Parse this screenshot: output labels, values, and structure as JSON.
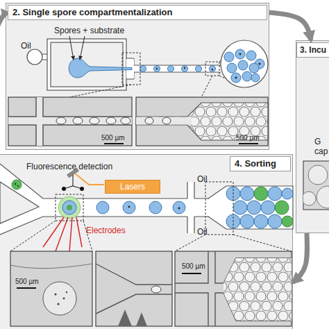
{
  "diagram": {
    "nodes": [
      {
        "text": [
          "2. Single spore compartmentalization"
        ]
      },
      {
        "text": [
          "3. Incu",
          "G cap"
        ]
      },
      {
        "text": [
          "4. Sorting"
        ]
      },
      {
        "text": [
          "Lasers"
        ],
        "in": 2
      }
    ],
    "edges": [
      {
        "from": 0,
        "to": 1,
        "arrow": "to"
      },
      {
        "from": 1,
        "to": 2,
        "arrow": "to"
      }
    ],
    "labels": [
      "Oil",
      "Spores + substrate",
      "500 µm",
      "500 µm",
      "Fluorescence detection",
      "Electrodes",
      "Oil",
      "Oil",
      "500 µm",
      "500 µm"
    ]
  }
}
